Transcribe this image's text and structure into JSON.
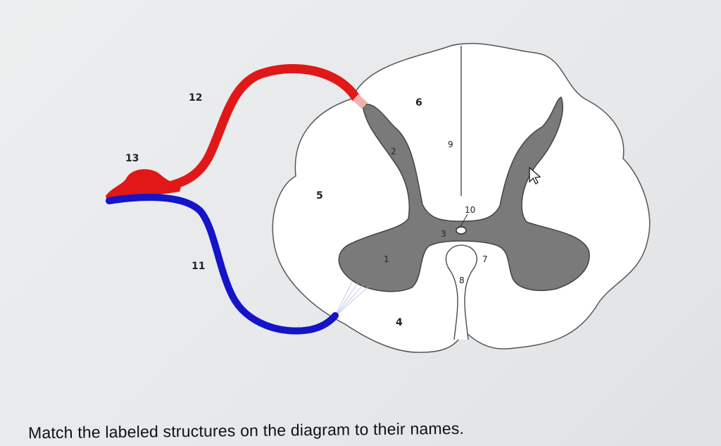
{
  "diagram": {
    "title": "Spinal cord cross-section",
    "labels": {
      "l1": "1",
      "l2": "2",
      "l3": "3",
      "l4": "4",
      "l5": "5",
      "l6": "6",
      "l7": "7",
      "l8": "8",
      "l9": "9",
      "l10": "10",
      "l11": "11",
      "l12": "12",
      "l13": "13"
    },
    "colors": {
      "dorsal_root": "#e01818",
      "ventral_root": "#1414c8",
      "gray_matter": "#7a7a7a",
      "white_matter": "#ffffff",
      "outline": "#555555"
    }
  },
  "instruction": "Match the labeled structures on the diagram to their names."
}
